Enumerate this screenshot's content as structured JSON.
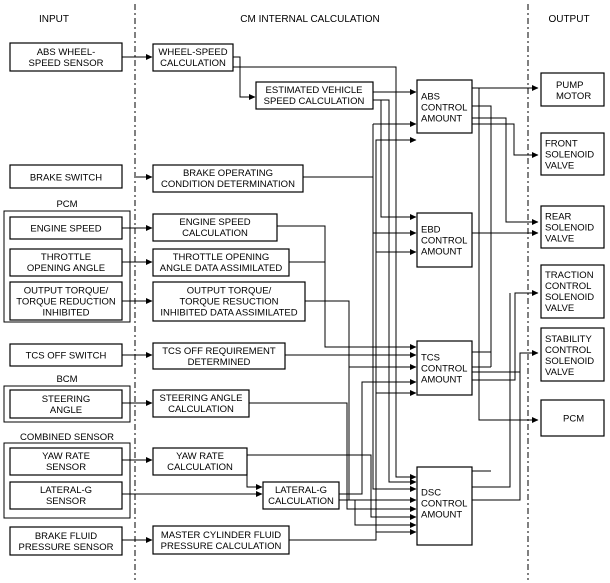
{
  "headers": {
    "input": "INPUT",
    "calc": "CM INTERNAL CALCULATION",
    "output": "OUTPUT"
  },
  "groups": {
    "pcm": "PCM",
    "bcm": "BCM",
    "combined": "COMBINED SENSOR"
  },
  "inputs": {
    "abs_wheel": [
      "ABS WHEEL-",
      "SPEED SENSOR"
    ],
    "brake_switch": [
      "BRAKE SWITCH"
    ],
    "engine_speed": [
      "ENGINE SPEED"
    ],
    "throttle": [
      "THROTTLE",
      "OPENING ANGLE"
    ],
    "output_torque": [
      "OUTPUT TORQUE/",
      "TORQUE REDUCTION",
      "INHIBITED"
    ],
    "tcs_off": [
      "TCS OFF SWITCH"
    ],
    "steering": [
      "STEERING",
      "ANGLE"
    ],
    "yaw": [
      "YAW RATE",
      "SENSOR"
    ],
    "lateral": [
      "LATERAL-G",
      "SENSOR"
    ],
    "brake_fluid": [
      "BRAKE FLUID",
      "PRESSURE SENSOR"
    ]
  },
  "calcs": {
    "wheel_speed": [
      "WHEEL-SPEED",
      "CALCULATION"
    ],
    "est_vehicle": [
      "ESTIMATED VEHICLE",
      "SPEED CALCULATION"
    ],
    "brake_op": [
      "BRAKE OPERATING",
      "CONDITION DETERMINATION"
    ],
    "engine_speed": [
      "ENGINE SPEED",
      "CALCULATION"
    ],
    "throttle": [
      "THROTTLE OPENING",
      "ANGLE DATA ASSIMILATED"
    ],
    "output_torque": [
      "OUTPUT TORQUE/",
      "TORQUE RESUCTION",
      "INHIBITED DATA ASSIMILATED"
    ],
    "tcs_off": [
      "TCS OFF REQUIREMENT",
      "DETERMINED"
    ],
    "steering": [
      "STEERING ANGLE",
      "CALCULATION"
    ],
    "yaw": [
      "YAW RATE",
      "CALCULATION"
    ],
    "lateral": [
      "LATERAL-G",
      "CALCULATION"
    ],
    "master_cyl": [
      "MASTER CYLINDER FLUID",
      "PRESSURE CALCULATION"
    ]
  },
  "controls": {
    "abs": [
      "ABS",
      "CONTROL",
      "AMOUNT"
    ],
    "ebd": [
      "EBD",
      "CONTROL",
      "AMOUNT"
    ],
    "tcs": [
      "TCS",
      "CONTROL",
      "AMOUNT"
    ],
    "dsc": [
      "DSC",
      "CONTROL",
      "AMOUNT"
    ]
  },
  "outputs": {
    "pump": [
      "PUMP",
      "MOTOR"
    ],
    "front": [
      "FRONT",
      "SOLENOID",
      "VALVE"
    ],
    "rear": [
      "REAR",
      "SOLENOID",
      "VALVE"
    ],
    "traction": [
      "TRACTION",
      "CONTROL",
      "SOLENOID",
      "VALVE"
    ],
    "stability": [
      "STABILITY",
      "CONTROL",
      "SOLENOID",
      "VALVE"
    ],
    "pcm": [
      "PCM"
    ]
  }
}
